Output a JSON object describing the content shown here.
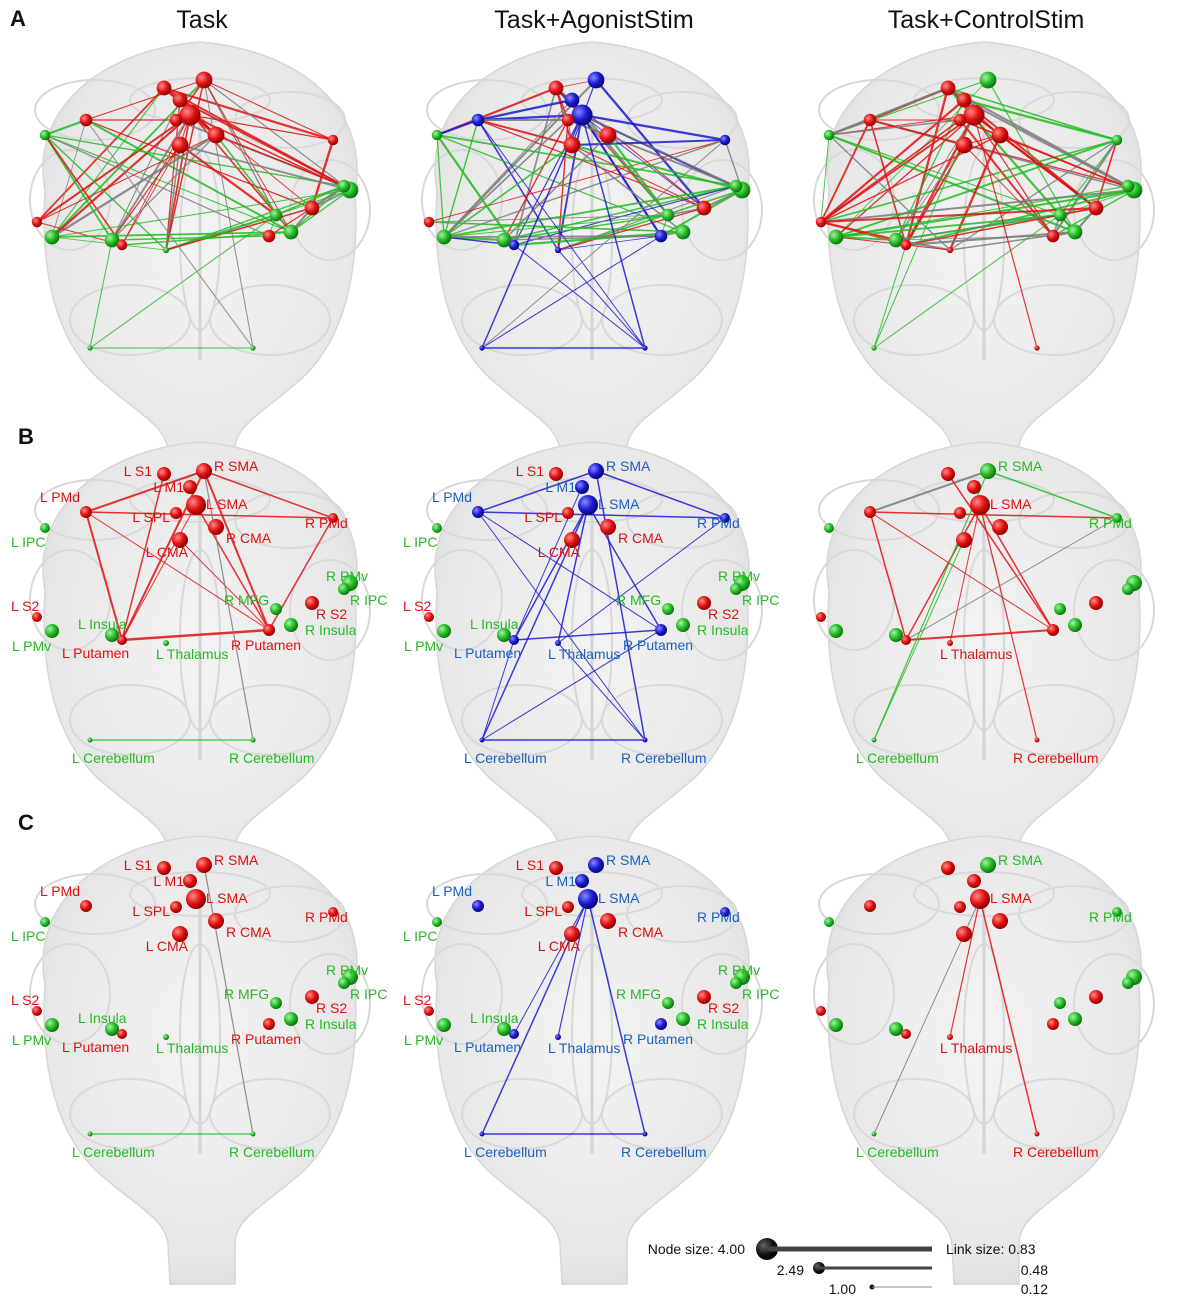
{
  "columns": [
    "Task",
    "Task+AgonistStim",
    "Task+ControlStim"
  ],
  "rows": [
    "A",
    "B",
    "C"
  ],
  "colors": {
    "red": "#e01010",
    "green": "#22bb22",
    "blue": "#1a1ad0",
    "gray": "#7a7a7a",
    "brain": "#e6e6e6"
  },
  "regions": [
    "L S1",
    "R SMA",
    "L PMd",
    "L M1",
    "L SMA",
    "L SPL",
    "R PMd",
    "L IPC",
    "L CMA",
    "R CMA",
    "R PMv",
    "R IPC",
    "L S2",
    "R MFG",
    "R S2",
    "L Insula",
    "R Insula",
    "L PMv",
    "L Putamen",
    "L Thalamus",
    "R Putamen",
    "L Cerebellum",
    "R Cerebellum"
  ],
  "legend": {
    "node_title": "Node size: 4.00",
    "node_mid": "2.49",
    "node_min": "1.00",
    "link_title": "Link size: 0.83",
    "link_mid": "0.48",
    "link_min": "0.12"
  }
}
